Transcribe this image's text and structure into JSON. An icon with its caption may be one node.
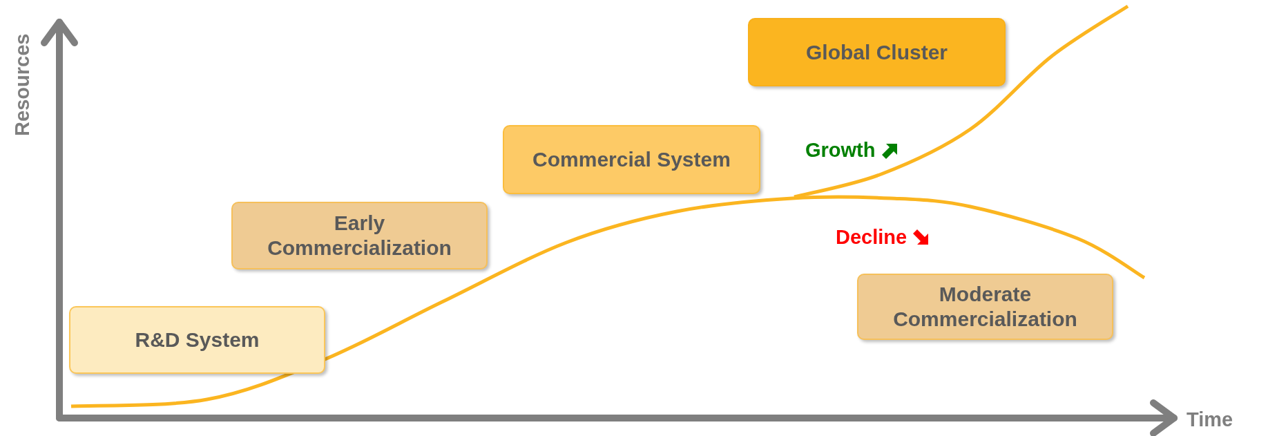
{
  "diagram": {
    "nodes": [
      {
        "text": [
          "R&D System"
        ]
      },
      {
        "text": [
          "Early Commercialization"
        ]
      },
      {
        "text": [
          "Commercial System"
        ]
      },
      {
        "text": [
          "Global Cluster"
        ]
      },
      {
        "text": [
          "Moderate Commercialization"
        ]
      }
    ],
    "labels": [
      "Growth",
      "Decline",
      "Resources",
      "Time"
    ]
  }
}
